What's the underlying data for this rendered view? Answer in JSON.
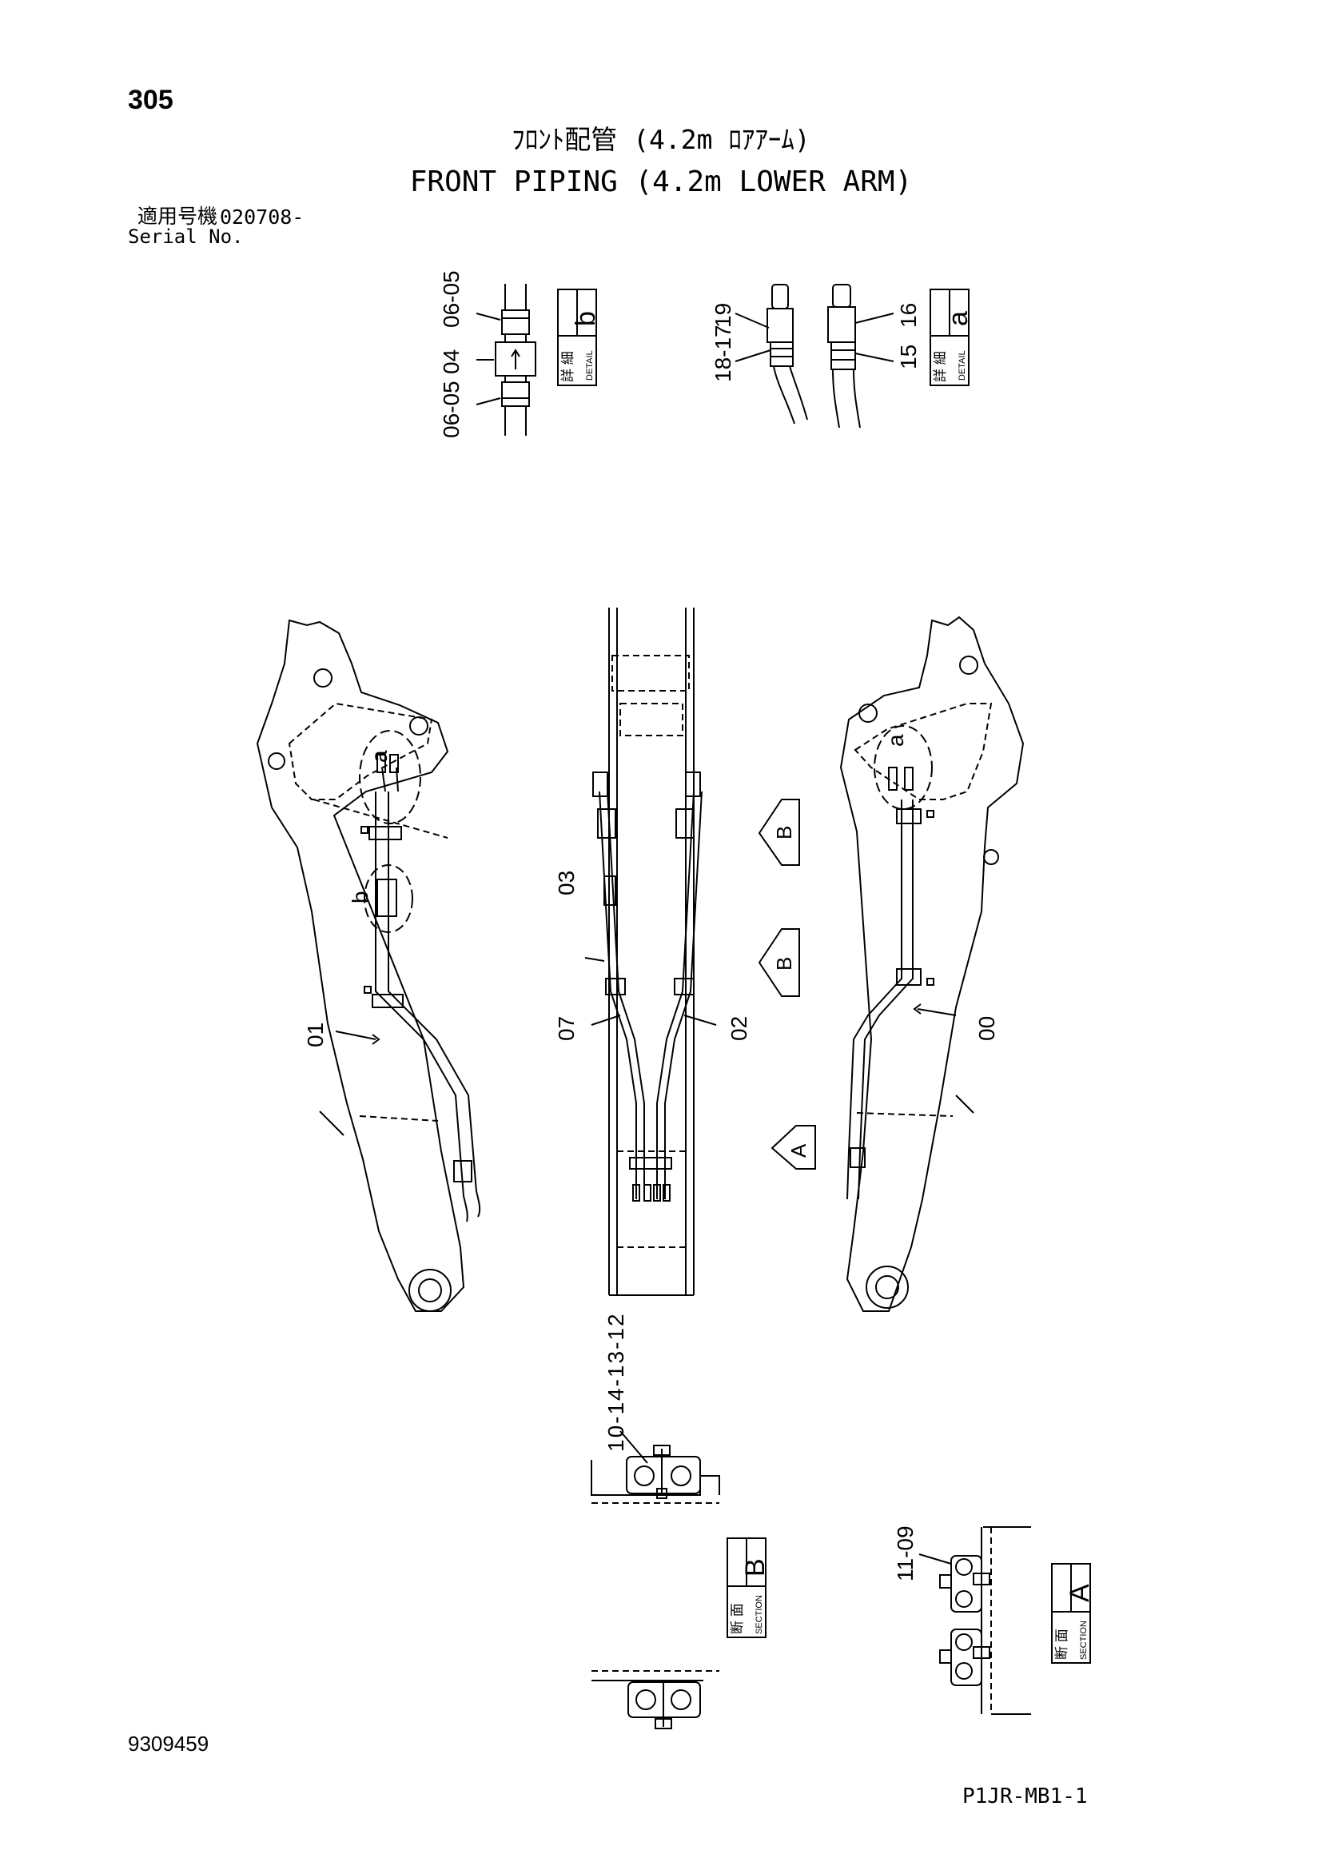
{
  "header": {
    "page_number": "305",
    "title_jp": "ﾌﾛﾝﾄ配管 (4.2m ﾛｱｱｰﾑ)",
    "title_en": "FRONT PIPING (4.2m LOWER ARM)",
    "serial_label_jp": "適用号機",
    "serial_value": "020708-",
    "serial_label_en": "Serial No."
  },
  "footer": {
    "document_number": "9309459",
    "page_code": "P1JR-MB1-1"
  },
  "detail_b": {
    "label_jp": "詳 細",
    "label_en": "DETAIL",
    "letter": "b",
    "callouts": [
      "06-05",
      "04",
      "06-05"
    ]
  },
  "detail_a": {
    "label_jp": "詳 細",
    "label_en": "DETAIL",
    "letter": "a",
    "callouts_left": [
      "19",
      "18-17"
    ],
    "callouts_right": [
      "16",
      "15"
    ]
  },
  "main_view": {
    "left_arm_callouts": [
      "a",
      "b",
      "01"
    ],
    "center_arm_callouts": [
      "03",
      "07",
      "02"
    ],
    "right_arm_callouts": [
      "a",
      "00"
    ],
    "view_arrows": [
      "B",
      "B",
      "A"
    ]
  },
  "section_b": {
    "label_jp": "断 面",
    "label_en": "SECTION",
    "letter": "B",
    "callouts": [
      "10-14-13-12"
    ]
  },
  "section_a": {
    "label_jp": "断 面",
    "label_en": "SECTION",
    "letter": "A",
    "callouts": [
      "11-09"
    ]
  }
}
